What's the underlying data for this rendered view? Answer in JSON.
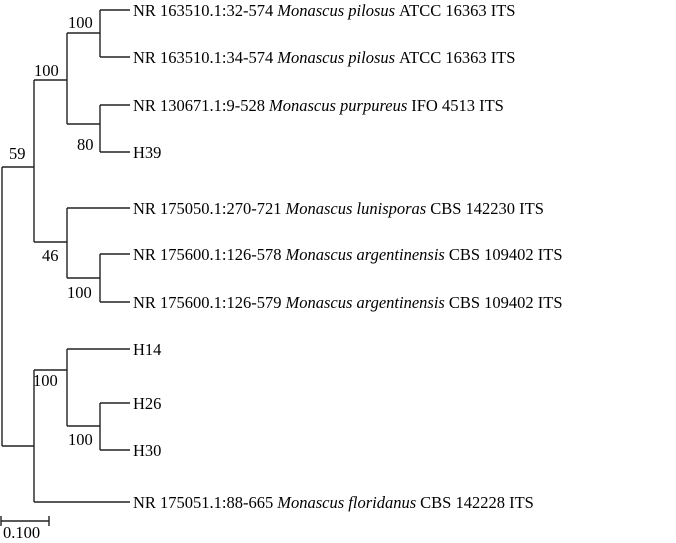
{
  "taxa": [
    {
      "accession": "NR 163510.1:32-574",
      "species": "Monascus pilosus",
      "strain": "ATCC 16363 ITS"
    },
    {
      "accession": "NR 163510.1:34-574",
      "species": "Monascus pilosus",
      "strain": "ATCC 16363 ITS"
    },
    {
      "accession": "NR 130671.1:9-528",
      "species": "Monascus purpureus",
      "strain": "IFO 4513 ITS"
    },
    {
      "accession": "H39",
      "species": "",
      "strain": ""
    },
    {
      "accession": "NR 175050.1:270-721",
      "species": "Monascus lunisporas",
      "strain": "CBS 142230 ITS"
    },
    {
      "accession": "NR 175600.1:126-578",
      "species": "Monascus argentinensis",
      "strain": "CBS 109402 ITS"
    },
    {
      "accession": "NR 175600.1:126-579",
      "species": "Monascus argentinensis",
      "strain": "CBS 109402 ITS"
    },
    {
      "accession": "H14",
      "species": "",
      "strain": ""
    },
    {
      "accession": "H26",
      "species": "",
      "strain": ""
    },
    {
      "accession": "H30",
      "species": "",
      "strain": ""
    },
    {
      "accession": "NR 175051.1:88-665",
      "species": "Monascus floridanus",
      "strain": "CBS 142228 ITS"
    }
  ],
  "bootstrap": [
    "100",
    "100",
    "80",
    "59",
    "46",
    "100",
    "100",
    "100"
  ],
  "scale_bar": {
    "label": "0.100",
    "value": 0.1
  }
}
